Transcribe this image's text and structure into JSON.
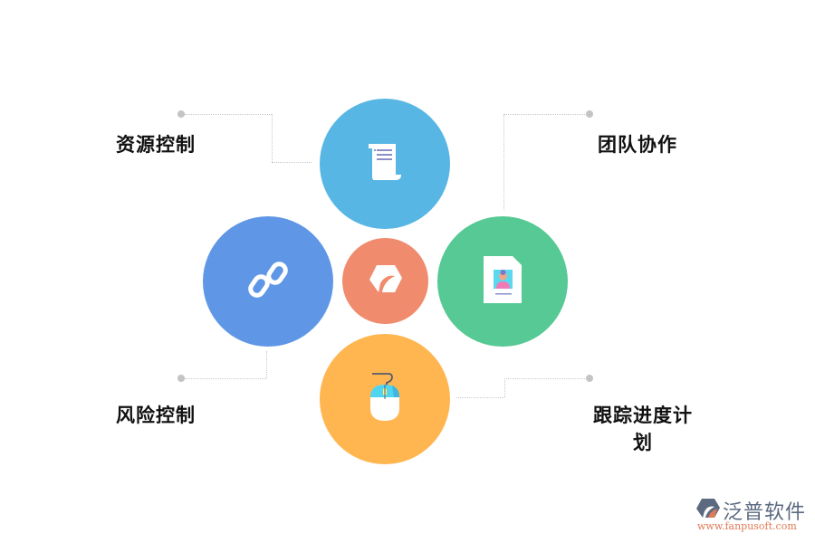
{
  "diagram": {
    "center": {
      "name": "fanpu-logo-hub",
      "color": "#f08b6e"
    },
    "nodes": [
      {
        "id": "resource",
        "label": "资源控制",
        "color": "#58b6e4",
        "icon": "scroll-document-icon"
      },
      {
        "id": "team",
        "label": "团队协作",
        "color": "#56c994",
        "icon": "profile-card-icon"
      },
      {
        "id": "risk",
        "label": "风险控制",
        "color": "#5f97e6",
        "icon": "chain-link-icon"
      },
      {
        "id": "tracking",
        "label": "跟踪进度计划",
        "color": "#ffb651",
        "icon": "computer-mouse-icon"
      }
    ],
    "labels": {
      "top_left": "资源控制",
      "top_right": "团队协作",
      "bottom_left": "风险控制",
      "bottom_right_line1": "跟踪进度计",
      "bottom_right_line2": "划"
    },
    "connector_color": "#c8c8c8"
  },
  "watermark": {
    "title": "泛普软件",
    "url": "www.fanpusoft.com",
    "title_color": "#5b6a80",
    "url_color": "#e07a56"
  }
}
